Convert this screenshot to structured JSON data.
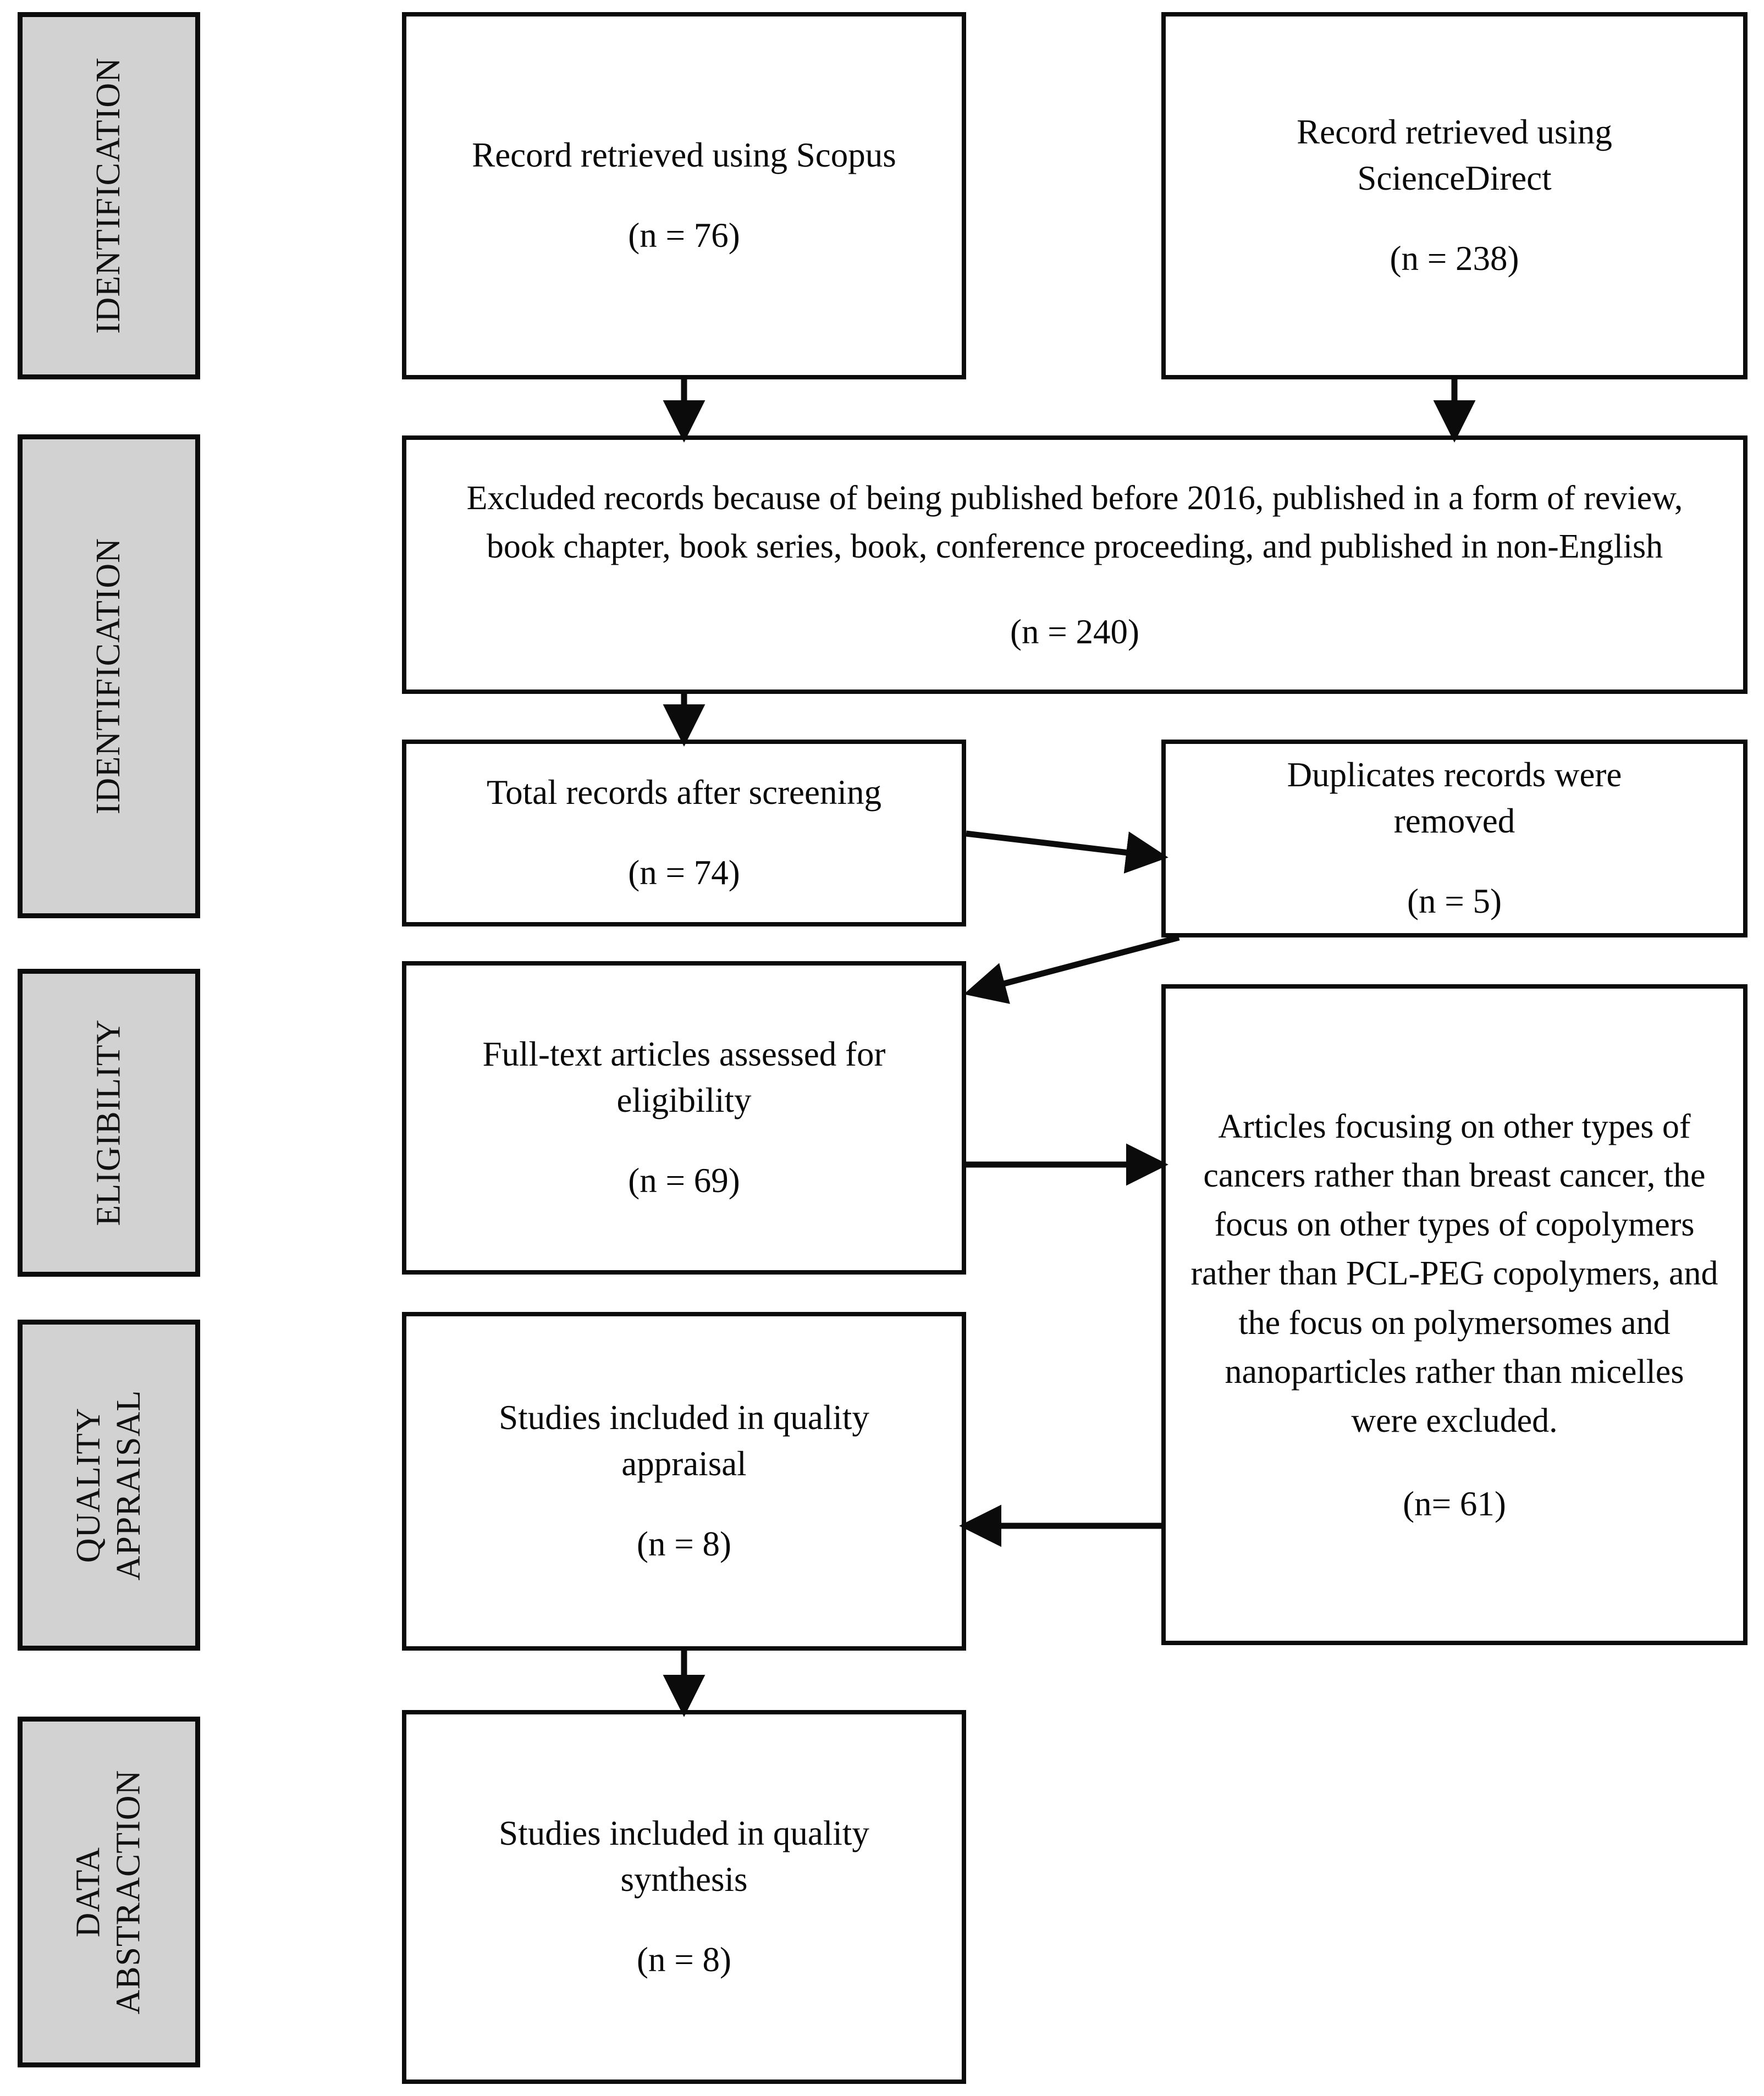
{
  "diagram": {
    "title": "PRISMA study selection flow diagram",
    "colors": {
      "stage_fill": "#d2d2d2",
      "border": "#0b0b0b",
      "box_fill": "#ffffff",
      "text": "#0a0a0a"
    }
  },
  "stages": [
    {
      "label": "IDENTIFICATION"
    },
    {
      "label": "IDENTIFICATION"
    },
    {
      "label": "ELIGIBILITY"
    },
    {
      "label": "QUALITY\nAPPRAISAL"
    },
    {
      "label": "DATA\nABSTRACTION"
    }
  ],
  "boxes": {
    "scopus": {
      "title": "Record retrieved using Scopus",
      "count": "(n = 76)"
    },
    "sciencedirect": {
      "title": "Record retrieved using\nScienceDirect",
      "count": "(n = 238)"
    },
    "excluded": {
      "title": "Excluded records because of being published before 2016, published in a form of review, book chapter, book series, book, conference proceeding, and published in non-English",
      "count": "(n = 240)"
    },
    "after_screening": {
      "title": "Total records after screening",
      "count": "(n = 74)"
    },
    "duplicates": {
      "title": "Duplicates records were\nremoved",
      "count": "(n = 5)"
    },
    "full_text": {
      "title": "Full-text articles assessed for\neligibility",
      "count": "(n = 69)"
    },
    "excluded_topic": {
      "title": "Articles focusing on other types of cancers rather than breast cancer, the focus on other types of copolymers rather than PCL-PEG copolymers, and the focus on polymersomes and nanoparticles rather than micelles were excluded.",
      "count": "(n= 61)"
    },
    "quality_appraisal": {
      "title": "Studies included in quality\nappraisal",
      "count": "(n = 8)"
    },
    "quality_synthesis": {
      "title": "Studies included in quality\nsynthesis",
      "count": "(n = 8)"
    }
  },
  "connectors": [
    {
      "name": "scopus-to-excluded",
      "type": "arrow-down"
    },
    {
      "name": "sciencedirect-to-excluded",
      "type": "arrow-down"
    },
    {
      "name": "excluded-to-after-screening",
      "type": "arrow-down"
    },
    {
      "name": "after-screening-to-duplicates",
      "type": "arrow-diagonal-right"
    },
    {
      "name": "duplicates-to-full-text",
      "type": "arrow-diagonal-left"
    },
    {
      "name": "full-text-to-excluded-topic",
      "type": "arrow-right"
    },
    {
      "name": "excluded-topic-to-quality-appraisal",
      "type": "arrow-left"
    },
    {
      "name": "quality-appraisal-to-quality-synthesis",
      "type": "arrow-down"
    }
  ]
}
